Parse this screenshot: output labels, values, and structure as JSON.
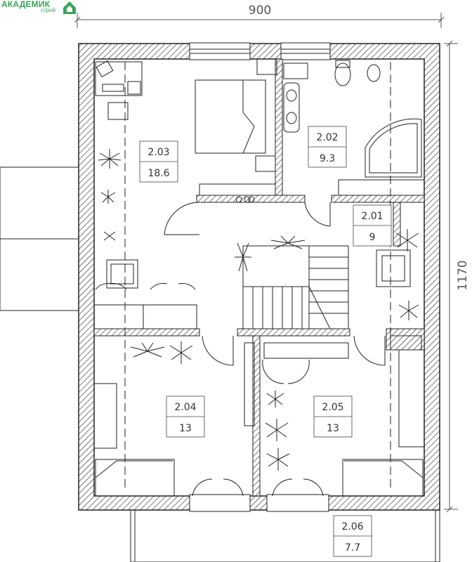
{
  "logo": {
    "name": "АКАДЕМИК",
    "sub": "строй"
  },
  "dimensions": {
    "width": "900",
    "height": "1170"
  },
  "rooms": [
    {
      "id": "2.03",
      "area": "18.6"
    },
    {
      "id": "2.02",
      "area": "9.3"
    },
    {
      "id": "2.01",
      "area": "9"
    },
    {
      "id": "2.04",
      "area": "13"
    },
    {
      "id": "2.05",
      "area": "13"
    },
    {
      "id": "2.06",
      "area": "7.7"
    }
  ],
  "colors": {
    "logo": "#3aa35a",
    "line": "#1a1a1a",
    "dim": "#555555"
  }
}
